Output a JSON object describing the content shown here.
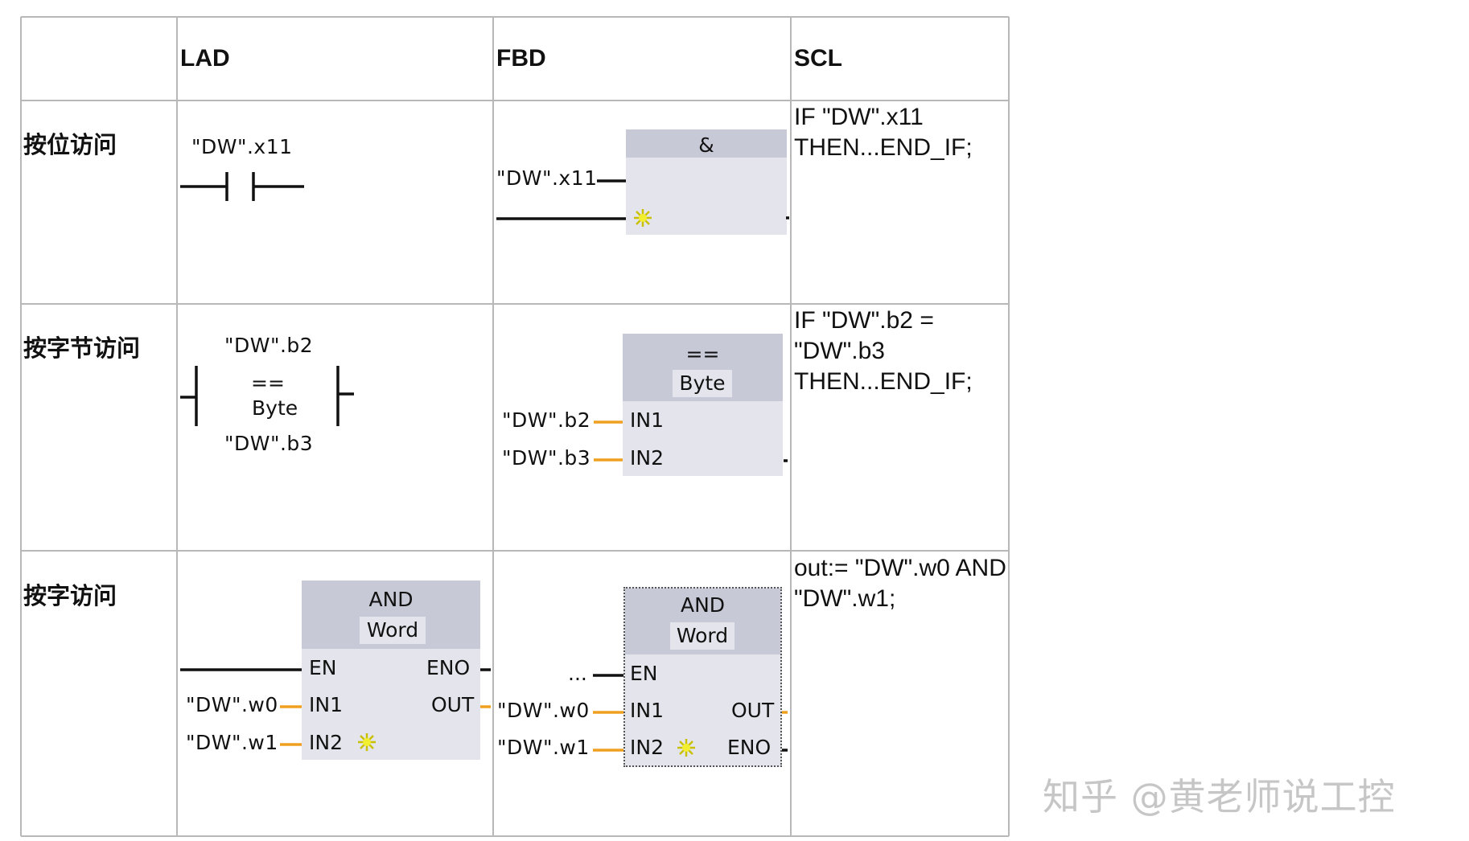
{
  "table": {
    "headers": [
      "",
      "LAD",
      "FBD",
      "SCL"
    ],
    "rows": [
      {
        "label": "按位访问",
        "lad": {
          "operand": "\"DW\".x11"
        },
        "fbd": {
          "operand": "\"DW\".x11",
          "box_title": "&"
        },
        "scl": "IF \"DW\".x11\nTHEN...END_IF;"
      },
      {
        "label": "按字节访问",
        "lad": {
          "operand_top": "\"DW\".b2",
          "op": "==",
          "type": "Byte",
          "operand_bottom": "\"DW\".b3"
        },
        "fbd": {
          "in1_operand": "\"DW\".b2",
          "in2_operand": "\"DW\".b3",
          "op": "==",
          "type": "Byte",
          "pin_in1": "IN1",
          "pin_in2": "IN2"
        },
        "scl": "IF \"DW\".b2 =\n\"DW\".b3\nTHEN...END_IF;"
      },
      {
        "label": "按字访问",
        "lad": {
          "op": "AND",
          "type": "Word",
          "pin_en": "EN",
          "pin_eno": "ENO",
          "pin_in1": "IN1",
          "pin_out": "OUT",
          "pin_in2": "IN2",
          "in1_operand": "\"DW\".w0",
          "in2_operand": "\"DW\".w1"
        },
        "fbd": {
          "op": "AND",
          "type": "Word",
          "en_operand": "...",
          "pin_en": "EN",
          "pin_in1": "IN1",
          "pin_out": "OUT",
          "pin_in2": "IN2",
          "pin_eno": "ENO",
          "in1_operand": "\"DW\".w0",
          "in2_operand": "\"DW\".w1"
        },
        "scl": "out:= \"DW\".w0 AND\n\"DW\".w1;"
      }
    ]
  },
  "watermark": "知乎 @黄老师说工控",
  "colors": {
    "wire": "#111111",
    "wire_orange": "#f0a020",
    "box": "#e4e4ec",
    "box_head": "#c8c9d6",
    "grid": "#b8b8b8",
    "star": "#e8e000"
  }
}
